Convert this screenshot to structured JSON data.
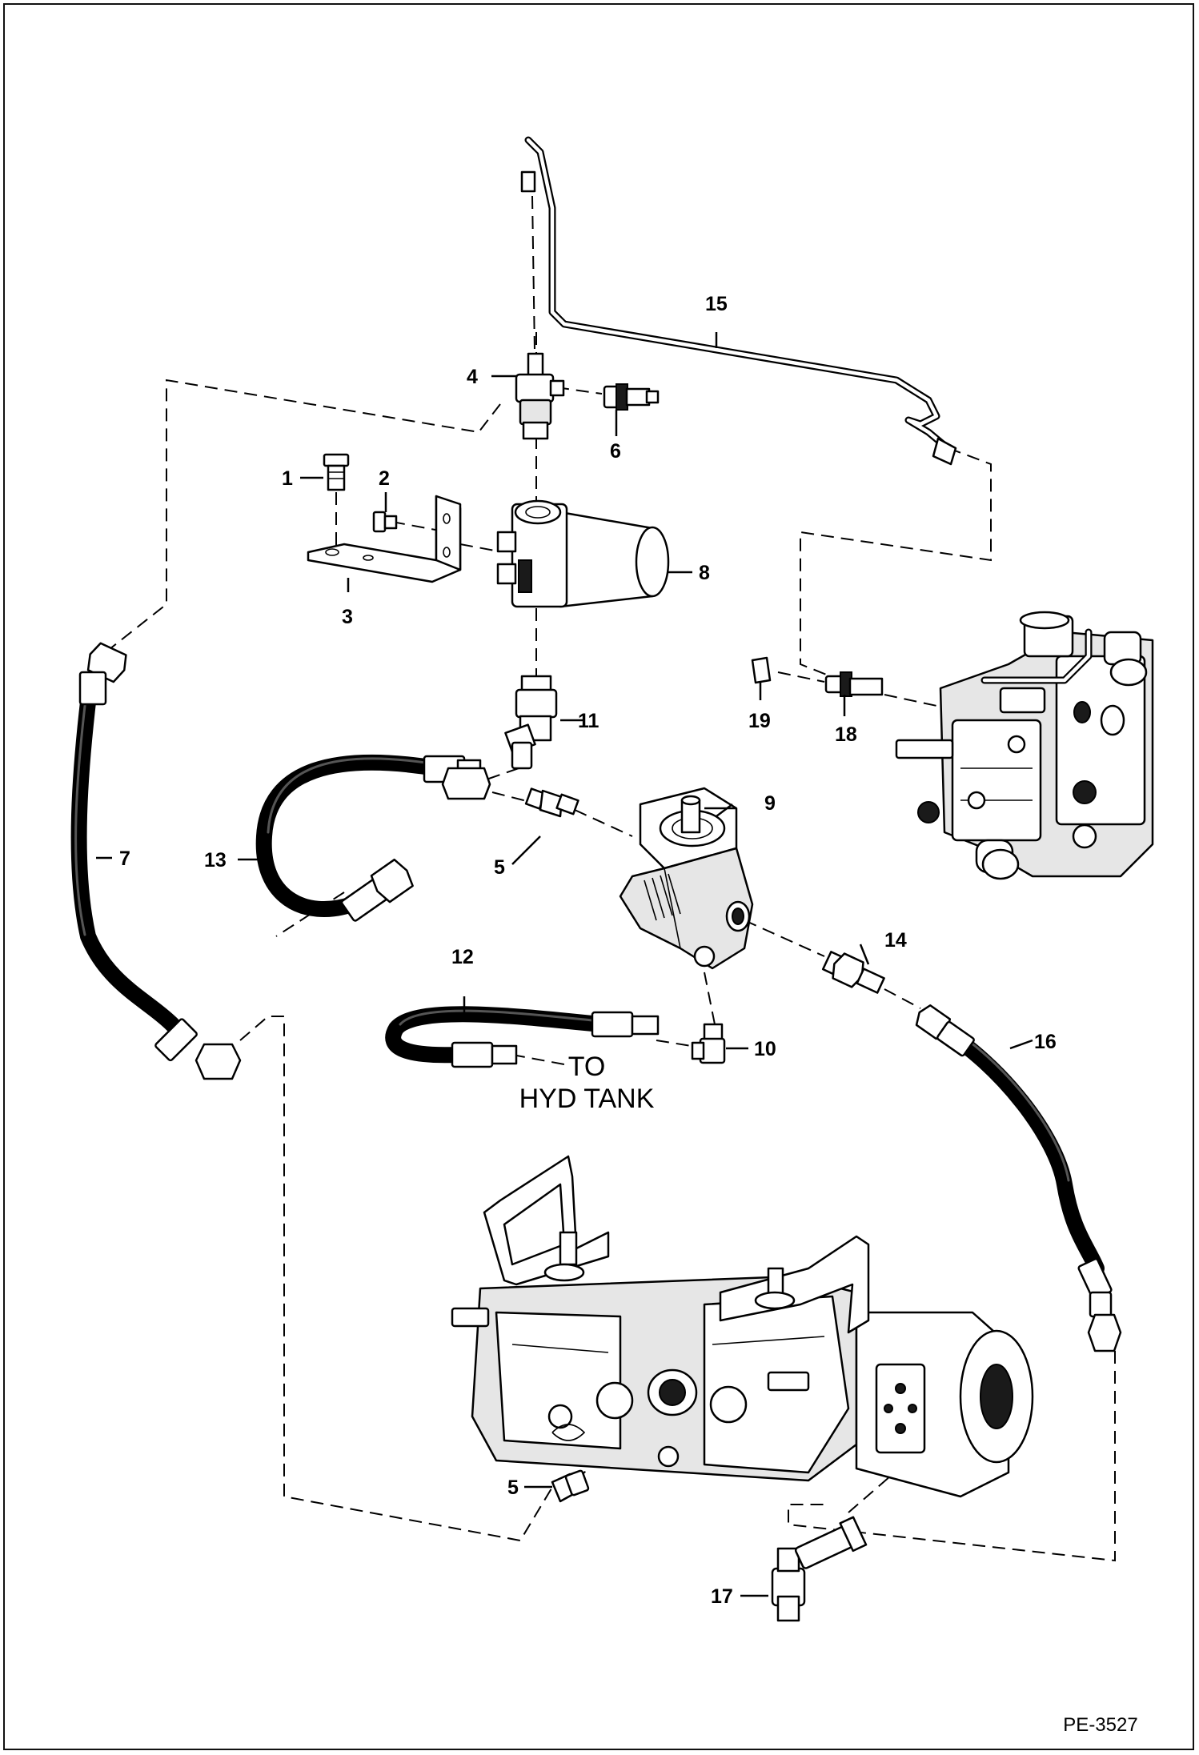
{
  "figure_id": "PE-3527",
  "callouts": {
    "c1": "1",
    "c2": "2",
    "c3": "3",
    "c4": "4",
    "c5a": "5",
    "c5b": "5",
    "c6": "6",
    "c7": "7",
    "c8": "8",
    "c9": "9",
    "c10": "10",
    "c11": "11",
    "c12": "12",
    "c13": "13",
    "c14": "14",
    "c15": "15",
    "c16": "16",
    "c17": "17",
    "c18": "18",
    "c19": "19"
  },
  "note": {
    "line1": "TO",
    "line2": "HYD TANK"
  }
}
